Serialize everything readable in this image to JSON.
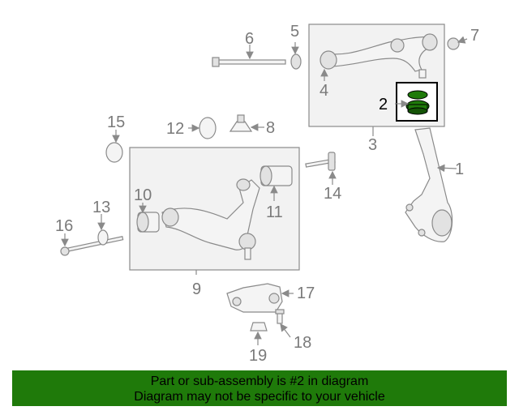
{
  "callouts": {
    "c1": "1",
    "c2": "2",
    "c3": "3",
    "c4": "4",
    "c5": "5",
    "c6": "6",
    "c7": "7",
    "c8": "8",
    "c9": "9",
    "c10": "10",
    "c11": "11",
    "c12": "12",
    "c13": "13",
    "c14": "14",
    "c15": "15",
    "c16": "16",
    "c17": "17",
    "c18": "18",
    "c19": "19"
  },
  "highlight": {
    "part": "2",
    "color": "#1f7a0a"
  },
  "banner": {
    "line1": "Part or sub-assembly is #2 in diagram",
    "line2": "Diagram may not be specific to your vehicle",
    "color": "#1f7a0a"
  }
}
